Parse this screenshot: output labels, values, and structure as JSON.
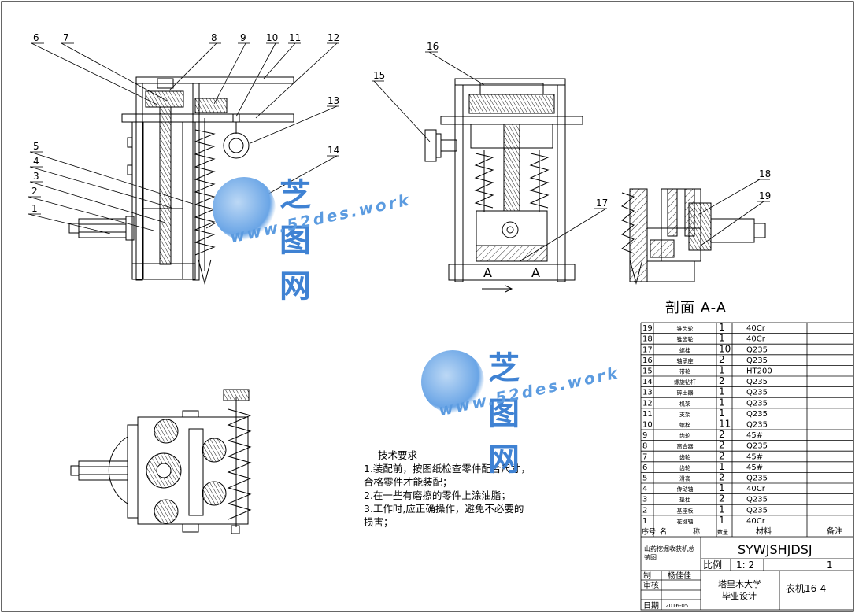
{
  "parts": [
    {
      "no": "19",
      "name": "锥齿轮",
      "qty": "1",
      "material": "40Cr"
    },
    {
      "no": "18",
      "name": "锥齿轮",
      "qty": "1",
      "material": "40Cr"
    },
    {
      "no": "17",
      "name": "螺栓",
      "qty": "10",
      "material": "Q235"
    },
    {
      "no": "16",
      "name": "轴承座",
      "qty": "2",
      "material": "Q235"
    },
    {
      "no": "15",
      "name": "带轮",
      "qty": "1",
      "material": "HT200"
    },
    {
      "no": "14",
      "name": "螺旋钻杆",
      "qty": "2",
      "material": "Q235"
    },
    {
      "no": "13",
      "name": "碎土器",
      "qty": "1",
      "material": "Q235"
    },
    {
      "no": "12",
      "name": "机架",
      "qty": "1",
      "material": "Q235"
    },
    {
      "no": "11",
      "name": "支架",
      "qty": "1",
      "material": "Q235"
    },
    {
      "no": "10",
      "name": "螺栓",
      "qty": "11",
      "material": "Q235"
    },
    {
      "no": "9",
      "name": "齿轮",
      "qty": "2",
      "material": "45#"
    },
    {
      "no": "8",
      "name": "离合器",
      "qty": "2",
      "material": "Q235"
    },
    {
      "no": "7",
      "name": "齿轮",
      "qty": "2",
      "material": "45#"
    },
    {
      "no": "6",
      "name": "齿轮",
      "qty": "1",
      "material": "45#"
    },
    {
      "no": "5",
      "name": "滑套",
      "qty": "2",
      "material": "Q235"
    },
    {
      "no": "4",
      "name": "传动轴",
      "qty": "1",
      "material": "40Cr"
    },
    {
      "no": "3",
      "name": "垫柱",
      "qty": "2",
      "material": "Q235"
    },
    {
      "no": "2",
      "name": "基座板",
      "qty": "1",
      "material": "Q235"
    },
    {
      "no": "1",
      "name": "花键轴",
      "qty": "1",
      "material": "40Cr"
    }
  ],
  "table_header": {
    "no": "序号",
    "name1": "名",
    "name2": "称",
    "qty": "数量",
    "material": "材料",
    "remark": "备注"
  },
  "title_block": {
    "drawing_name_1": "山药挖掘收获机总",
    "drawing_name_2": "装图",
    "drawing_code": "SYWJSHJDSJ",
    "scale_label": "比例",
    "scale_value": "1: 2",
    "sheet_value": "1",
    "drawn_label": "制",
    "drawn_name": "杨佳佳",
    "check_label": "审核",
    "date_label": "日期",
    "date_value": "2016-05",
    "school_1": "塔里木大学",
    "school_2": "毕业设计",
    "class_name": "农机16-4"
  },
  "section_label": "剖面 A-A",
  "section_letter": "A",
  "tech": {
    "heading": "技术要求",
    "items": [
      "1.装配前，按图纸检查零件配合尺寸，",
      "合格零件才能装配；",
      "2.在一些有磨擦的零件上涂油脂；",
      "3.工作时,应正确操作，避免不必要的",
      "损害；"
    ]
  },
  "callouts": [
    "1",
    "2",
    "3",
    "4",
    "5",
    "6",
    "7",
    "8",
    "9",
    "10",
    "11",
    "12",
    "13",
    "14",
    "15",
    "16",
    "17",
    "18",
    "19"
  ],
  "watermark": {
    "logo": "芝图网",
    "url": "www.52des.work"
  },
  "colors": {
    "line": "#000000",
    "watermark": "#3f82d3"
  }
}
